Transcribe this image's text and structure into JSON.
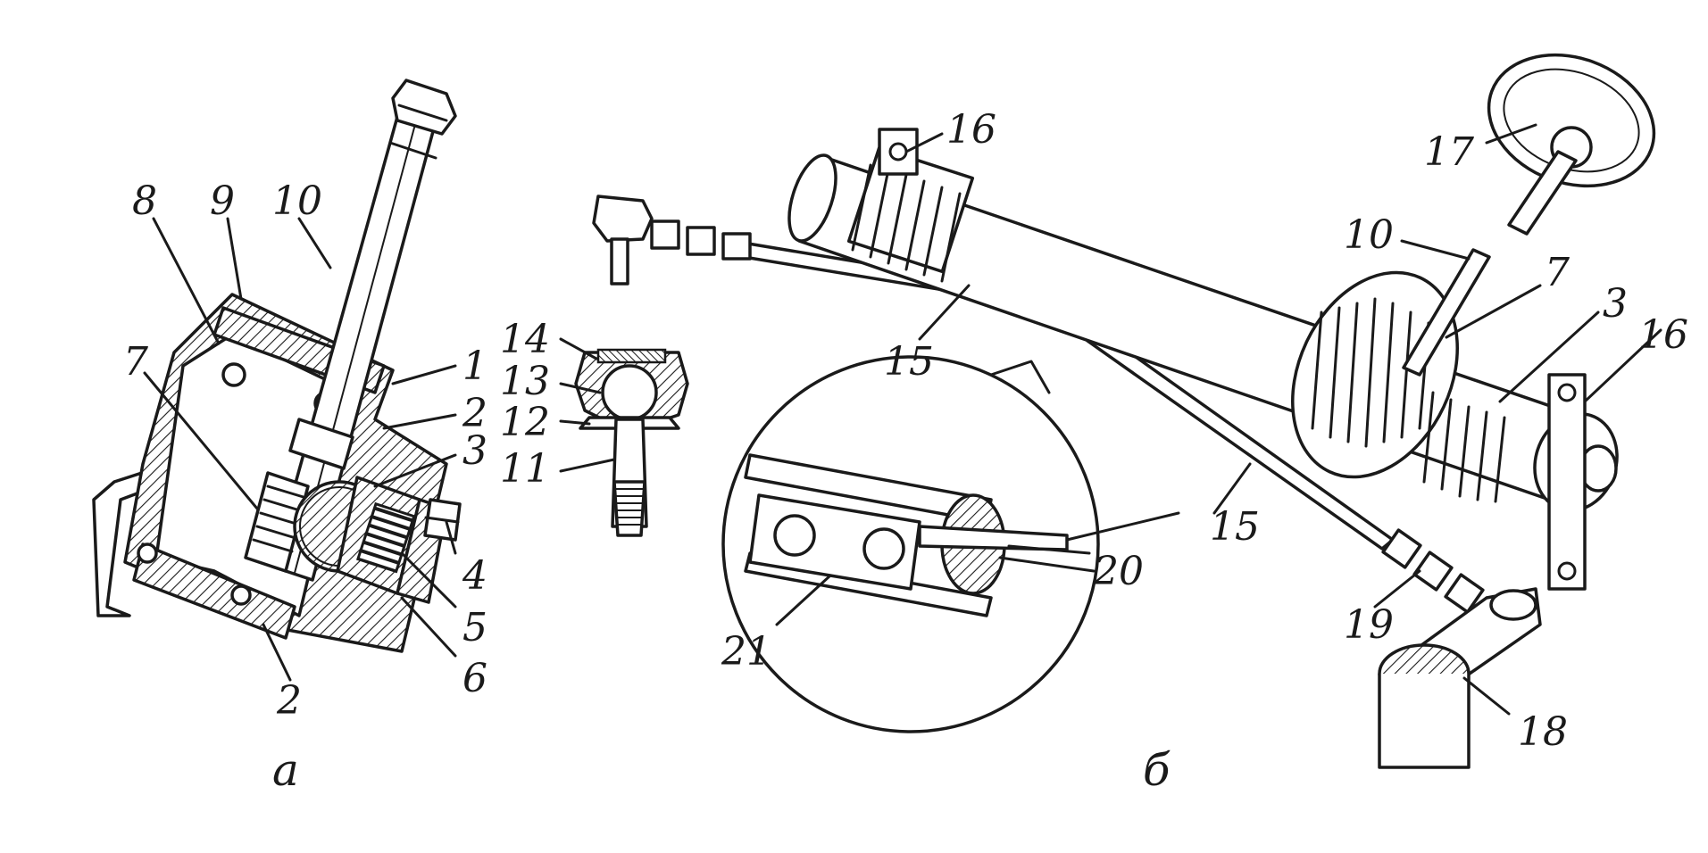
{
  "captions": {
    "a": "а",
    "b": "б"
  },
  "labels_a": [
    "1",
    "2",
    "3",
    "4",
    "5",
    "6",
    "7",
    "8",
    "9",
    "10",
    "2"
  ],
  "labels_mid": [
    "14",
    "13",
    "12",
    "11"
  ],
  "labels_b": [
    "16",
    "17",
    "10",
    "7",
    "3",
    "16",
    "15",
    "15",
    "20",
    "21",
    "19",
    "18"
  ]
}
